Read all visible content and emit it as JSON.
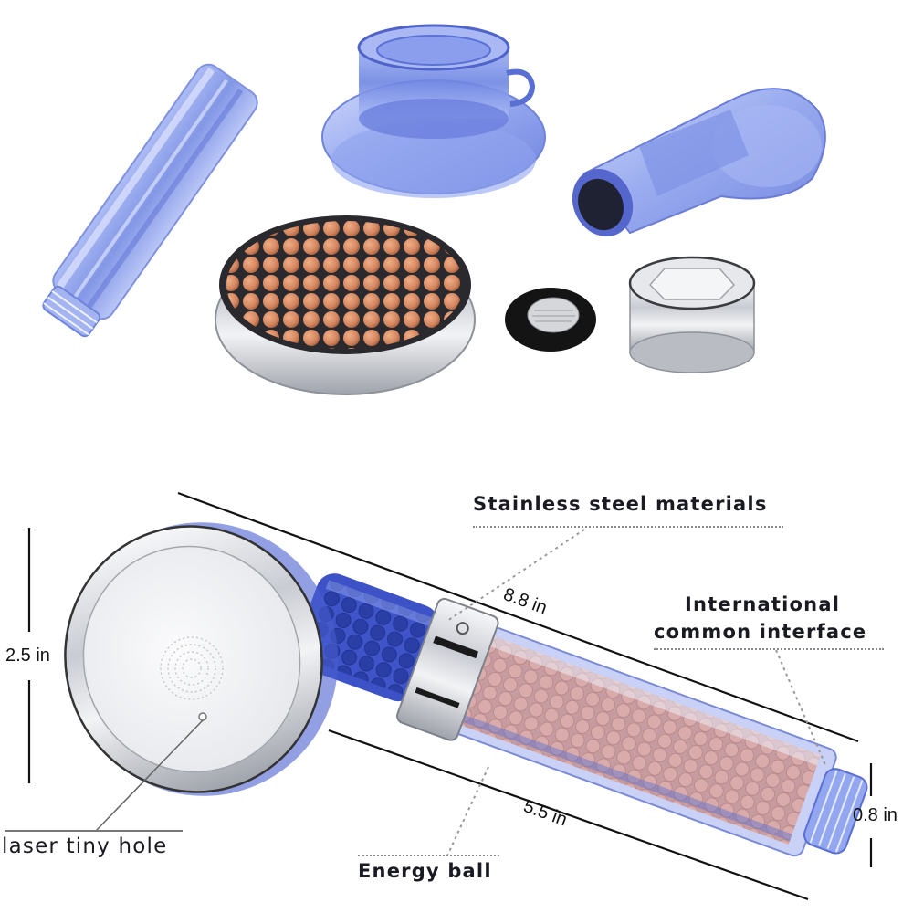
{
  "product": {
    "name": "filter-shower-head",
    "colors": {
      "blue_plastic": "#7e93e6",
      "blue_deep": "#3d4fc4",
      "chrome": "#d9dbe0",
      "energy_ball": "#d58a63",
      "background": "#ffffff"
    }
  },
  "top_section": {
    "parts": [
      {
        "id": "filter-cartridge-tube",
        "description": "clear blue filter cartridge"
      },
      {
        "id": "ball-chamber-cap",
        "description": "blue cap"
      },
      {
        "id": "handle-neck",
        "description": "blue handle elbow"
      },
      {
        "id": "energy-ball-tray",
        "description": "chrome tray of energy balls"
      },
      {
        "id": "mesh-washer",
        "description": "black rubber washer with mesh"
      },
      {
        "id": "chrome-connector",
        "description": "chrome hex connector"
      }
    ]
  },
  "annotations": {
    "stainless": "Stainless steel materials",
    "interface_line1": "International",
    "interface_line2": "common interface",
    "laser": "laser tiny hole",
    "energy": "Energy ball"
  },
  "dimensions": {
    "height_head": "2.5 in",
    "total_length": "8.8 in",
    "handle_length": "5.5 in",
    "thread_diameter": "0.8 in"
  }
}
